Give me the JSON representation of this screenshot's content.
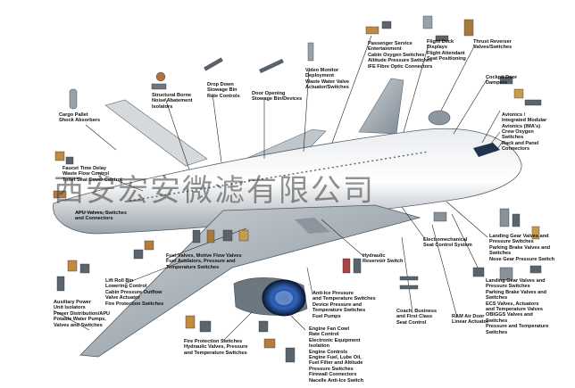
{
  "diagram": {
    "watermark": "西安宏安微滤有限公司",
    "callouts": [
      {
        "id": "cargo-pallet",
        "text": "Cargo Pallet\nShock Absorbers"
      },
      {
        "id": "structural-borne",
        "text": "Structural Borne\nNoise Abatement\nIsolators"
      },
      {
        "id": "drop-down",
        "text": "Drop Down\nStowage Bin\nRate Controls"
      },
      {
        "id": "door-opening",
        "text": "Door Opening\nStowage Bin/Devices"
      },
      {
        "id": "video-monitor",
        "text": "Video Monitor\nDeployment\nWaste Water Valve\nActuator/Switches"
      },
      {
        "id": "passenger-service",
        "text": "Passenger Service\nEntertainment\nCabin Oxygen Switches\nAltitude Pressure Switches\nIFE Fibre Optic Connectors"
      },
      {
        "id": "flight-deck",
        "text": "Flight Deck\nDisplays\nFlight Attendant\nSeat Positioning"
      },
      {
        "id": "thrust-reverser",
        "text": "Thrust Reverser\nValves/Switches"
      },
      {
        "id": "cockpit-door",
        "text": "Cockpit Door\nDampers"
      },
      {
        "id": "avionics",
        "text": "Avionics /\nIntegrated Modular\nAvionics (IMA's)"
      },
      {
        "id": "crew-oxygen",
        "text": "Crew Oxygen\nSwitches"
      },
      {
        "id": "rack-panel",
        "text": "Rack and Panel\nConnectors"
      },
      {
        "id": "faucet",
        "text": "Faucet Time Delay\nWaste Flow Control\nToilet Seat Cover Control"
      },
      {
        "id": "apu-valves",
        "text": "APU Valves, Switches\nand Connectors"
      },
      {
        "id": "landing-gear-1",
        "text": "Landing Gear Valves and\nPressure Switches\nParking Brake Valves and\nSwitches\nNose Gear Pressure Switch"
      },
      {
        "id": "electromechanical",
        "text": "Electromechanical\nSeat Control System"
      },
      {
        "id": "fuel-valves",
        "text": "Fuel Valves, Motive Flow Valves\nFuel Actuators, Pressure and\nTemperature Switches"
      },
      {
        "id": "hydraulic-reservoir",
        "text": "Hydraulic\nReservoir Switch"
      },
      {
        "id": "lift-roll",
        "text": "Lift Roll Bin\nLowering Control\nCabin Pressure Outflow\nValve Actuator\nFire Protection Switches"
      },
      {
        "id": "auxiliary-power",
        "text": "Auxiliary Power\nUnit Isolators\nPower Distribution/APU\nPotable Water Pumps,\nValves and Switches"
      },
      {
        "id": "anti-ice",
        "text": "Anti-Ice Pressure\nand Temperature Switches\nDevice Pressure and\nTemperature Switches\nFuel Pumps"
      },
      {
        "id": "coach-business",
        "text": "Coach, Business\nand First Class\nSeat Control"
      },
      {
        "id": "ram-air",
        "text": "RAM Air Door\nLinear Actuator"
      },
      {
        "id": "landing-gear-2",
        "text": "Landing Gear Valves and\nPressure Switches\nParking Brake Valves and\nSwitches\nECS Valves, Actuators\nand Temperature Valves\nOBIGGS Valves and\nSwitches\nPressure and Temperature\nSwitches"
      },
      {
        "id": "fire-protection",
        "text": "Fire Protection Switches\nHydraulic Valves, Pressure\nand Temperature Switches"
      },
      {
        "id": "engine-fan",
        "text": "Engine Fan Cowl\nRate Control\nElectronic Equipment\nIsolation\nEngine Controls\nEngine Fuel, Lube Oil,\nFuel Filter and Altitude\nPressure Switches\nFirewall Connectors\nNacelle Anti-Ice Switch"
      }
    ]
  }
}
